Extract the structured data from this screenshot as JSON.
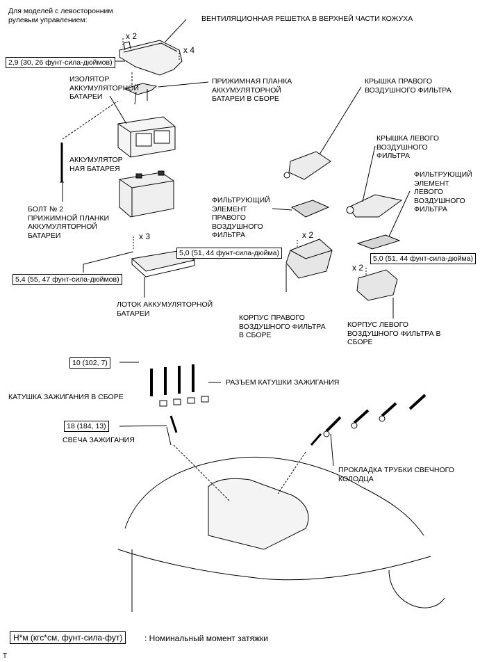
{
  "header_note": "Для моделей с левосторонним\nрулевым управлением:",
  "labels": {
    "vent_grille": "ВЕНТИЛЯЦИОННАЯ РЕШЕТКА В ВЕРХНЕЙ ЧАСТИ КОЖУХА",
    "battery_insulator": "ИЗОЛЯТОР\nАККУМУЛЯТОРНОЙ\nБАТАРЕИ",
    "clamp_assembly": "ПРИЖИМНАЯ ПЛАНКА\nАККУМУЛЯТОРНОЙ\nБАТАРЕИ В СБОРЕ",
    "battery": "АККУМУЛЯТОР\nНАЯ БАТАРЕЯ",
    "bolt_no2": "БОЛТ № 2\nПРИЖИМНОЙ ПЛАНКИ\nАККУМУЛЯТОРНОЙ\nБАТАРЕИ",
    "battery_tray": "ЛОТОК АККУМУЛЯТОРНОЙ\nБАТАРЕИ",
    "right_cover": "КРЫШКА ПРАВОГО\nВОЗДУШНОГО ФИЛЬТРА",
    "left_cover": "КРЫШКА ЛЕВОГО\nВОЗДУШНОГО\nФИЛЬТРА",
    "left_element": "ФИЛЬТРУЮЩИЙ\nЭЛЕМЕНТ\nЛЕВОГО\nВОЗДУШНОГО\nФИЛЬТРА",
    "right_element": "ФИЛЬТРУЮЩИЙ\nЭЛЕМЕНТ\nПРАВОГО\nВОЗДУШНОГО\nФИЛЬТРА",
    "right_case": "КОРПУС ПРАВОГО\nВОЗДУШНОГО ФИЛЬТРА\nВ СБОРЕ",
    "left_case": "КОРПУС ЛЕВОГО\nВОЗДУШНОГО ФИЛЬТРА В\nСБОРЕ",
    "coil_connector": "РАЗЪЕМ КАТУШКИ ЗАЖИГАНИЯ",
    "coil_assembly": "КАТУШКА ЗАЖИГАНИЯ В СБОРЕ",
    "spark_plug": "СВЕЧА ЗАЖИГАНИЯ",
    "tube_gasket": "ПРОКЛАДКА ТРУБКИ СВЕЧНОГО\nКОЛОДЦА"
  },
  "torques": {
    "t_grille": "2,9 (30, 26 фунт-сила-дюймов)",
    "t_tray": "5,4 (55, 47 фунт-сила-дюймов)",
    "t_right_filter": "5,0 (51, 44 фунт-сила-дюйма)",
    "t_left_filter": "5,0 (51, 44 фунт-сила-дюйма)",
    "t_coil": "10 (102, 7)",
    "t_plug": "18 (184, 13)"
  },
  "quantities": {
    "q_grille_left": "x 2",
    "q_grille_right": "x 4",
    "q_tray": "x 3",
    "q_right_filter": "x 2",
    "q_left_filter": "x 2"
  },
  "legend": {
    "unit": "Н*м (кгс*см, фунт-сила-фут)",
    "meaning": ": Номинальный момент затяжки"
  },
  "corner_mark": "T"
}
